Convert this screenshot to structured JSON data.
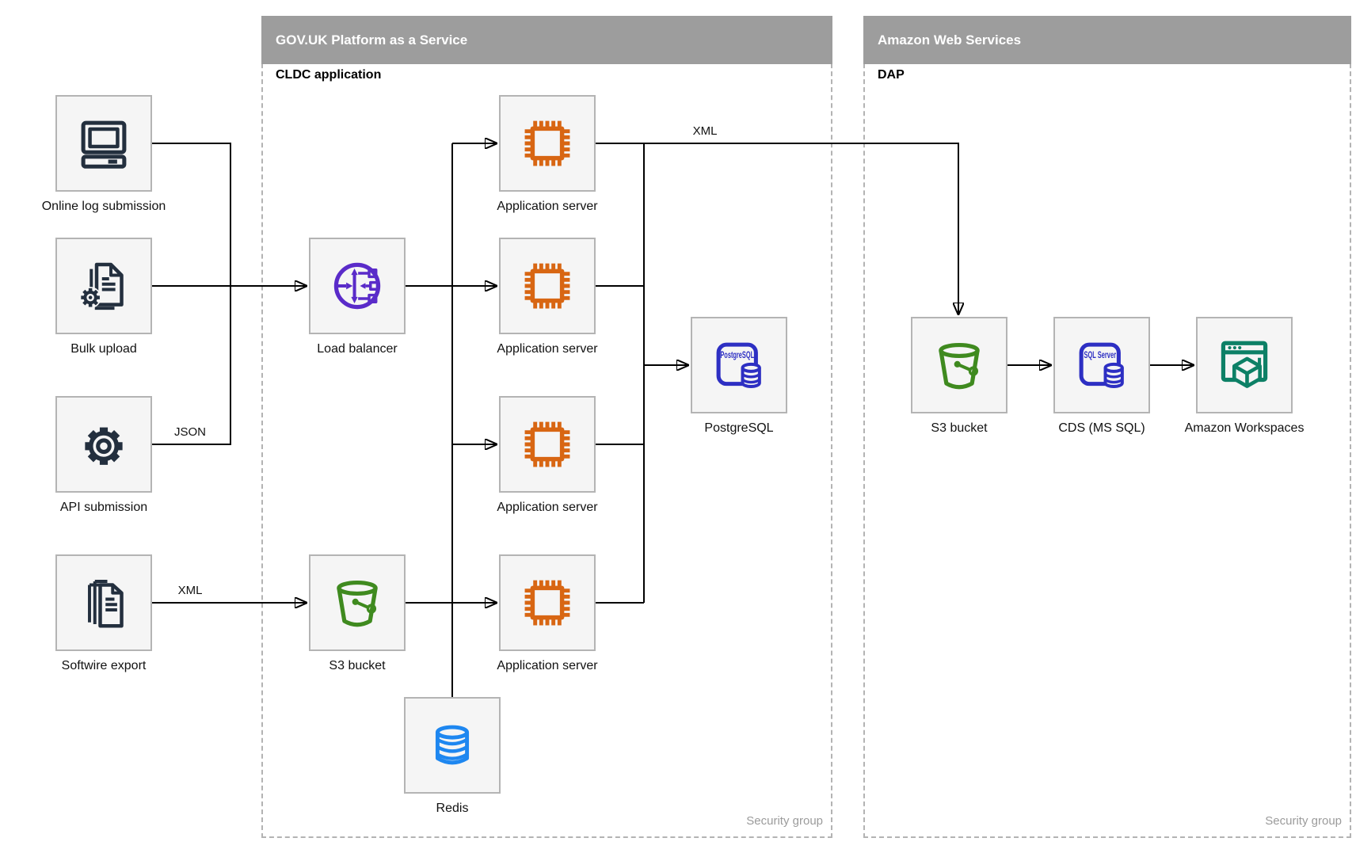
{
  "containers": {
    "govuk": {
      "title": "GOV.UK Platform as a Service",
      "sublabel": "CLDC application",
      "footer": "Security group"
    },
    "aws": {
      "title": "Amazon Web Services",
      "sublabel": "DAP",
      "footer": "Security group"
    }
  },
  "nodes": {
    "online_log": {
      "label": "Online log submission"
    },
    "bulk_upload": {
      "label": "Bulk upload"
    },
    "api_submission": {
      "label": "API submission"
    },
    "softwire_export": {
      "label": "Softwire export"
    },
    "load_balancer": {
      "label": "Load balancer"
    },
    "app_server": {
      "label": "Application server"
    },
    "s3_govuk": {
      "label": "S3 bucket"
    },
    "redis": {
      "label": "Redis"
    },
    "postgresql": {
      "label": "PostgreSQL"
    },
    "s3_aws": {
      "label": "S3 bucket"
    },
    "cds": {
      "label": "CDS (MS SQL)"
    },
    "workspaces": {
      "label": "Amazon Workspaces"
    }
  },
  "icon_texts": {
    "postgresql": "PostgreSQL",
    "sqlserver": "SQL Server"
  },
  "edge_labels": {
    "api_json": "JSON",
    "softwire_xml": "XML",
    "appserver_xml": "XML"
  },
  "icons": {
    "computer-icon": "desktop computer outline",
    "document-gear-icon": "document with gear",
    "gear-icon": "large cog",
    "documents-stack-icon": "stacked documents",
    "load-balancer-icon": "circle with routing arrows",
    "chip-icon": "processor chip with pins",
    "postgresql-icon": "rounded square with PostgreSQL text and database cylinder",
    "bucket-icon": "S3 bucket",
    "redis-db-icon": "database cylinder",
    "sqlserver-icon": "rounded square with SQL Server text and database cylinder",
    "workspaces-icon": "browser window with 3D cube"
  },
  "colors": {
    "header-bg": "#9d9d9d",
    "header-text": "#ffffff",
    "box-fill": "#f5f5f5",
    "box-border": "#b4b4b4",
    "dashed-border": "#b3b3b3",
    "line": "#000000",
    "muted": "#9b9b9b",
    "source-icon": "#232f3e",
    "lb-icon": "#5a2bc9",
    "server-icon": "#d86613",
    "pg-icon": "#2d2fc3",
    "redis-icon": "#1e87f0",
    "bucket-icon": "#3f8a1f",
    "workspaces-icon": "#0d8066"
  }
}
